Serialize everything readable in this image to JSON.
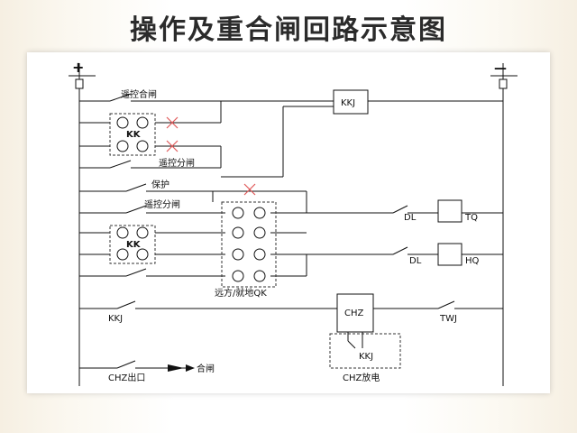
{
  "title": "操作及重合闸回路示意图",
  "bus": {
    "plus": "+",
    "minus": "—"
  },
  "labels": {
    "remote_close": "遥控合闸",
    "kk1": "KK",
    "remote_open1": "遥控分闸",
    "protect": "保护",
    "remote_open2": "遥控分闸",
    "kk2": "KK",
    "qk": "远方/就地QK",
    "kkj_box": "KKJ",
    "dl1": "DL",
    "tq": "TQ",
    "dl2": "DL",
    "hq": "HQ",
    "kkj_contact": "KKJ",
    "chz": "CHZ",
    "twj": "TWJ",
    "kkj_chz": "KKJ",
    "chz_out": "CHZ出口",
    "close_arrow": "合闸",
    "chz_discharge": "CHZ放电"
  },
  "colors": {
    "line": "#111111",
    "cross": "#e05a5a",
    "dash": "#333333"
  }
}
